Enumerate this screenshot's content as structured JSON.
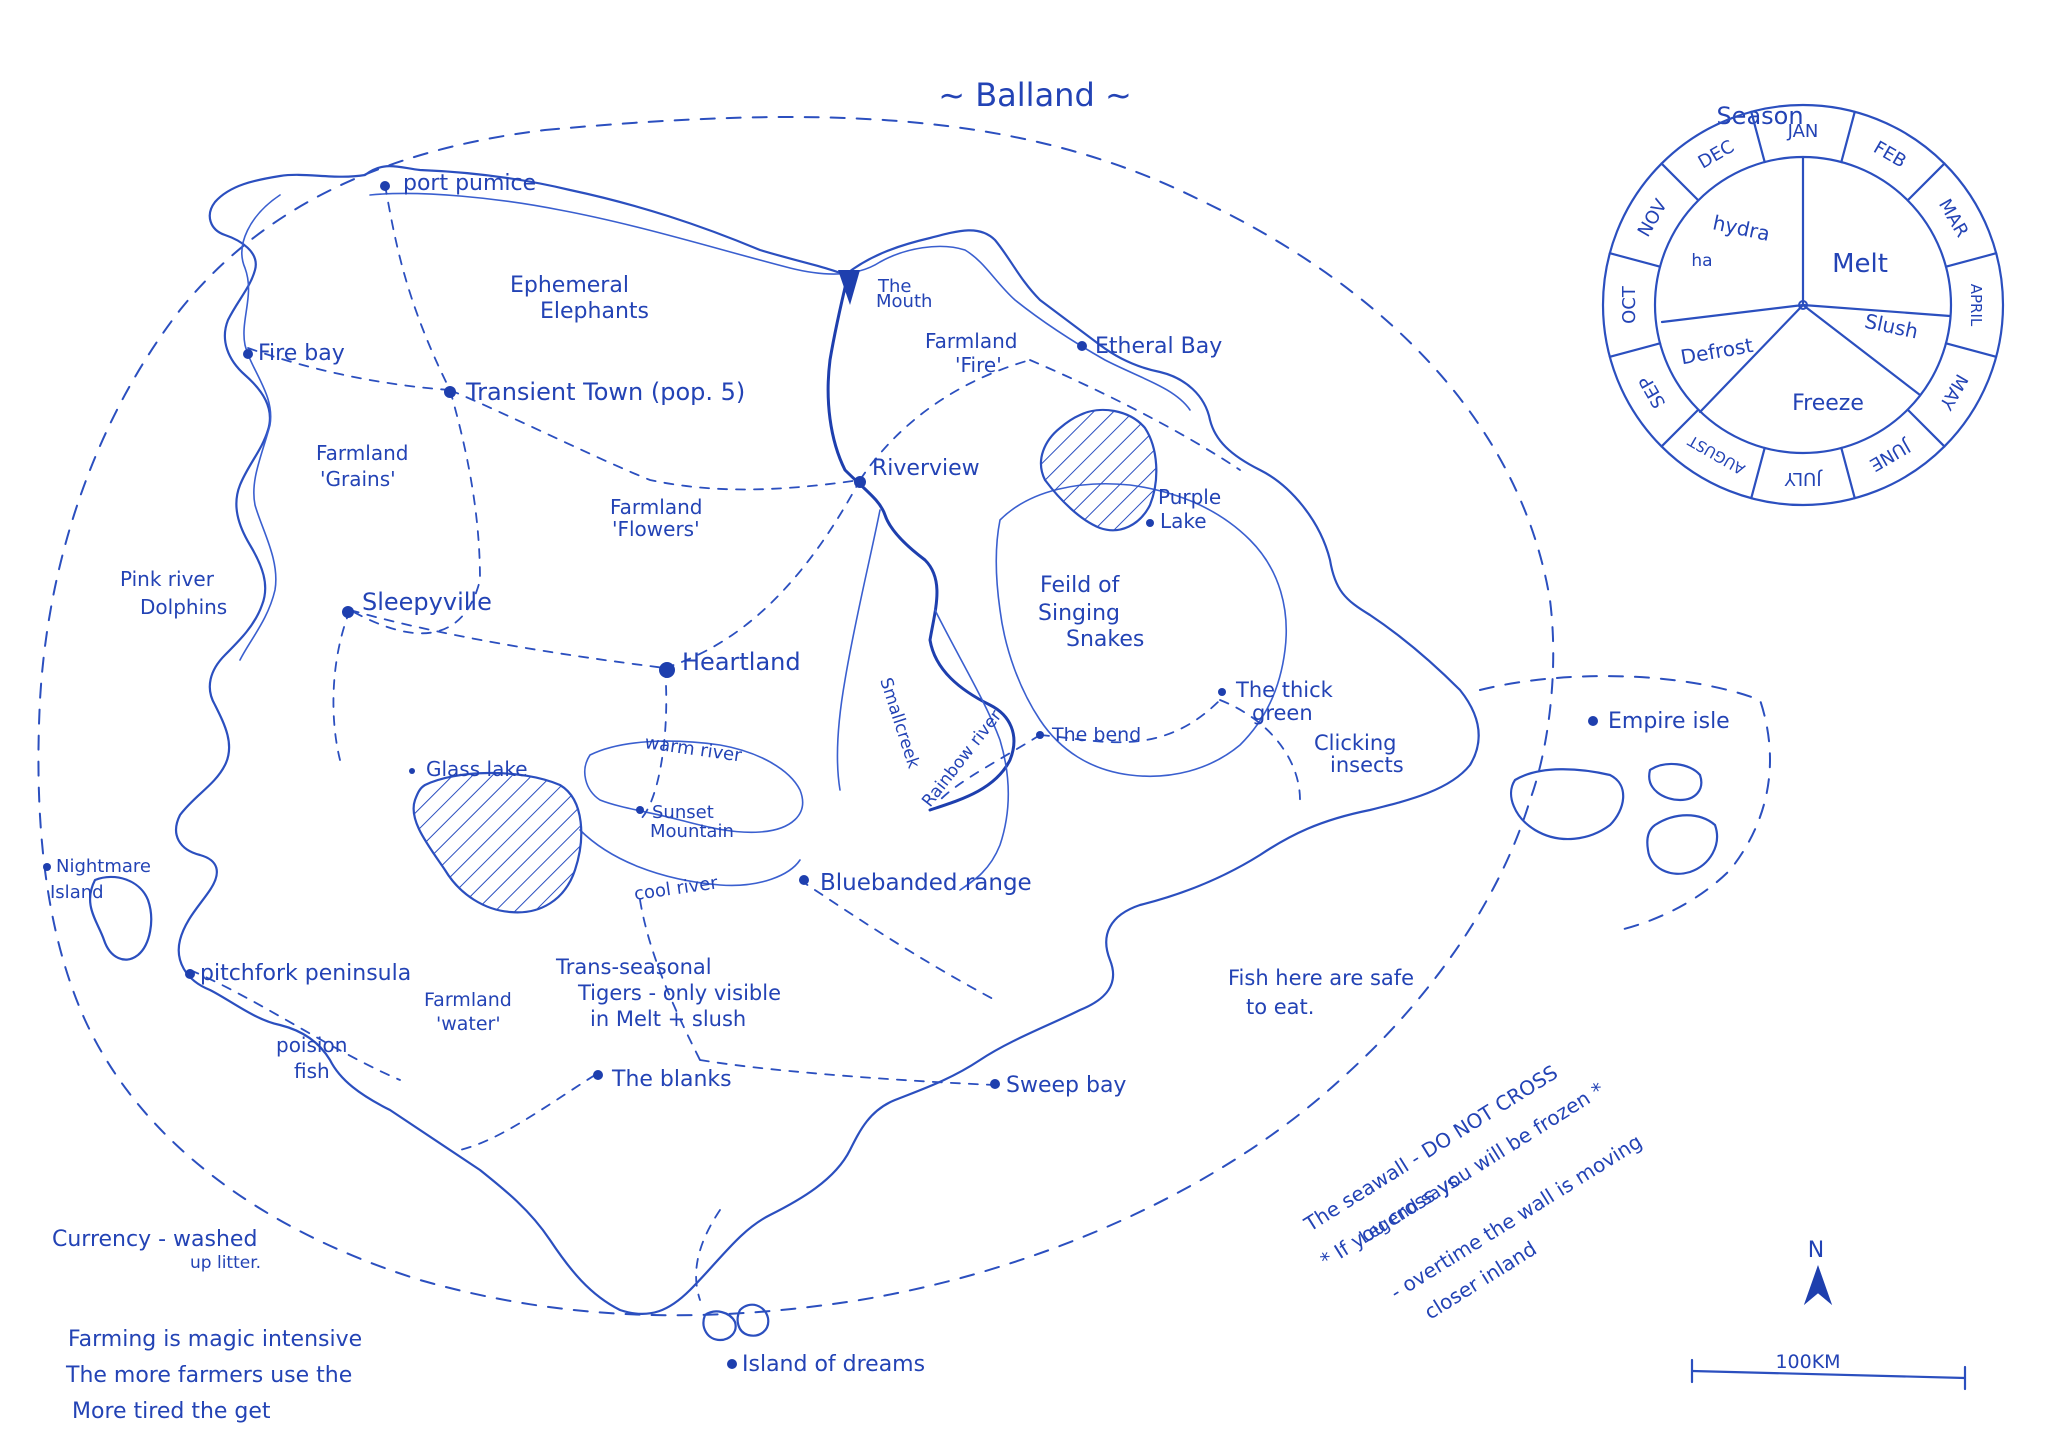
{
  "title": "~ Balland ~",
  "colors": {
    "ink": "#2343b5",
    "paper": "#ffffff"
  },
  "places": {
    "port_pumice": "port pumice",
    "fire_bay": "Fire bay",
    "transient_town": "Transient Town (pop. 5)",
    "the_mouth_1": "The",
    "the_mouth_2": "Mouth",
    "etheral_bay": "Etheral Bay",
    "riverview": "Riverview",
    "sleepyville": "Sleepyville",
    "heartland": "Heartland",
    "the_bend": "The bend",
    "empire_isle": "Empire isle",
    "nightmare_island_1": "Nightmare",
    "nightmare_island_2": "Island",
    "bluebanded_range": "Bluebanded range",
    "pitchfork_peninsula": "pitchfork peninsula",
    "the_blanks": "The blanks",
    "sweep_bay": "Sweep bay",
    "island_of_dreams": "Island of dreams",
    "glass_lake": "Glass lake",
    "purple_lake_1": "Purple",
    "purple_lake_2": "Lake",
    "sunset_mountain_1": "Sunset",
    "sunset_mountain_2": "Mountain"
  },
  "regions": {
    "ephemeral_elephants_1": "Ephemeral",
    "ephemeral_elephants_2": "Elephants",
    "farmland_fire_1": "Farmland",
    "farmland_fire_2": "'Fire'",
    "farmland_grains_1": "Farmland",
    "farmland_grains_2": "'Grains'",
    "farmland_flowers_1": "Farmland",
    "farmland_flowers_2": "'Flowers'",
    "pink_river_dolphins_1": "Pink river",
    "pink_river_dolphins_2": "Dolphins",
    "feild_of_singing_snakes_1": "Feild of",
    "feild_of_singing_snakes_2": "Singing",
    "feild_of_singing_snakes_3": "Snakes",
    "thick_green_1": "The thick",
    "thick_green_2": "green",
    "clicking_insects_1": "Clicking",
    "clicking_insects_2": "insects",
    "farmland_water_1": "Farmland",
    "farmland_water_2": "'water'",
    "poison_fish_1": "poision",
    "poison_fish_2": "fish",
    "tigers_1": "Trans-seasonal",
    "tigers_2": "Tigers - only visible",
    "tigers_3": "in Melt + slush"
  },
  "rivers": {
    "warm_river": "warm river",
    "cool_river": "cool river",
    "small_creek": "Smallcreek",
    "rainbow_river": "Rainbow river"
  },
  "notes": {
    "fish_safe_1": "Fish here are safe",
    "fish_safe_2": "to eat.",
    "seawall_1": "The seawall - DO NOT CROSS",
    "seawall_2": "* If you cross you will be frozen *",
    "seawall_3": "Legend says.",
    "seawall_4": "- overtime the wall is moving",
    "seawall_5": "closer inland",
    "currency_1": "Currency - washed",
    "currency_2": "up litter.",
    "farming_1": "Farming is magic intensive",
    "farming_2": "The more farmers use the",
    "farming_3": "More tired the get"
  },
  "season_wheel": {
    "title": "Season",
    "seasons": [
      "Melt",
      "Slush",
      "Freeze",
      "Defrost"
    ],
    "hydra_1": "hydra",
    "hydra_2": "ha",
    "months": [
      "JAN",
      "FEB",
      "MAR",
      "APRIL",
      "MAY",
      "JUNE",
      "JULY",
      "AUGUST",
      "SEP",
      "OCT",
      "NOV",
      "DEC"
    ]
  },
  "compass": {
    "north": "N"
  },
  "scale": {
    "label": "100KM"
  }
}
